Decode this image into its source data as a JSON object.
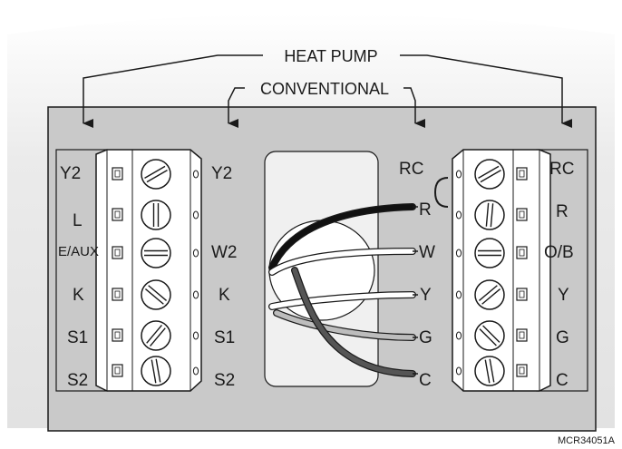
{
  "headers": {
    "heat_pump": "HEAT PUMP",
    "conventional": "CONVENTIONAL"
  },
  "left_block": {
    "outer_labels": [
      "Y2",
      "L",
      "E/AUX",
      "K",
      "S1",
      "S2"
    ],
    "inner_labels": [
      "Y2",
      "",
      "W2",
      "K",
      "S1",
      "S2"
    ]
  },
  "right_block": {
    "inner_labels": [
      "RC",
      "R",
      "W",
      "Y",
      "G",
      "C"
    ],
    "outer_labels": [
      "RC",
      "R",
      "O/B",
      "Y",
      "G",
      "C"
    ]
  },
  "wires": [
    {
      "terminal": "R",
      "color": "#111111"
    },
    {
      "terminal": "W",
      "color": "#ffffff"
    },
    {
      "terminal": "Y",
      "color": "#ffffff"
    },
    {
      "terminal": "G",
      "color": "#bdbdbd"
    },
    {
      "terminal": "C",
      "color": "#555555"
    }
  ],
  "figure_code": "MCR34051A",
  "colors": {
    "panel": "#c9c9c9",
    "background_arc": "#e4e4e4",
    "terminal_block": "#ffffff",
    "outline": "#1a1a1a"
  }
}
